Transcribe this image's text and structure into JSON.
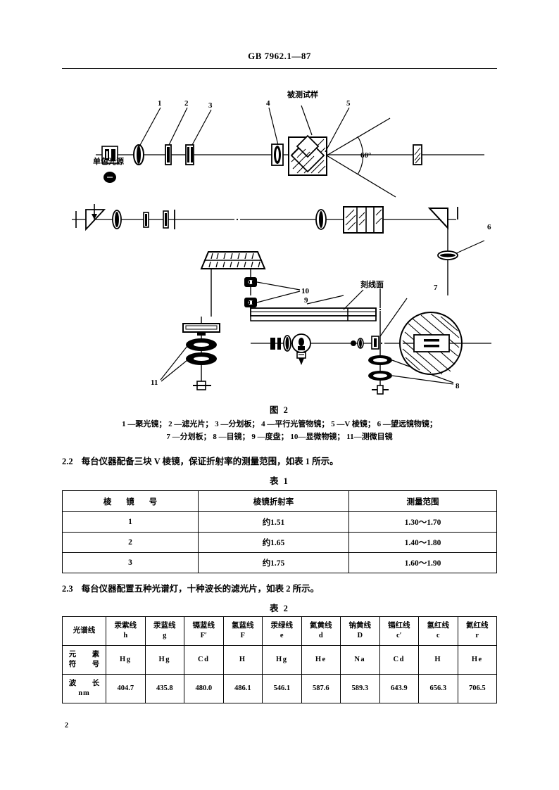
{
  "header": {
    "standard_number": "GB 7962.1—87"
  },
  "figure": {
    "caption": "图 2",
    "legend_line1": "1 —聚光镜； 2 —滤光片； 3 —分划板； 4 —平行光管物镜； 5 —V 棱镜； 6 —望远镜物镜；",
    "legend_line2": "7 —分划板； 8 —目镜； 9 —度盘； 10—显微物镜； 11—测微目镜",
    "labels": {
      "light_source": "单色光源",
      "test_sample": "被测试样",
      "angle": "60°",
      "scribed_surface": "刻线面",
      "callout_1": "1",
      "callout_2": "2",
      "callout_3": "3",
      "callout_4": "4",
      "callout_5": "5",
      "callout_6": "6",
      "callout_7": "7",
      "callout_8": "8",
      "callout_9": "9",
      "callout_10": "10",
      "callout_11": "11"
    }
  },
  "clauses": {
    "c22": {
      "number": "2.2",
      "text": "每台仪器配备三块 V 棱镜，保证折射率的测量范围，如表 1 所示。"
    },
    "c23": {
      "number": "2.3",
      "text": "每台仪器配置五种光谱灯，十种波长的滤光片，如表 2 所示。"
    }
  },
  "table1": {
    "title": "表 1",
    "headers": [
      "棱 镜 号",
      "棱镜折射率",
      "测量范围"
    ],
    "rows": [
      [
        "1",
        "约1.51",
        "1.30～1.70"
      ],
      [
        "2",
        "约1.65",
        "1.40～1.80"
      ],
      [
        "3",
        "约1.75",
        "1.60～1.90"
      ]
    ]
  },
  "table2": {
    "title": "表 2",
    "row_labels": {
      "spectral_line": "光谱线",
      "element_symbol_l1": "元　素",
      "element_symbol_l2": "符　号",
      "wavelength_l1": "波　长",
      "wavelength_l2": "nm"
    },
    "columns": [
      {
        "name_cn": "汞紫线",
        "symbol_line": "h",
        "element": "Hg",
        "wavelength": "404.7"
      },
      {
        "name_cn": "汞蓝线",
        "symbol_line": "g",
        "element": "Hg",
        "wavelength": "435.8"
      },
      {
        "name_cn": "镉蓝线",
        "symbol_line": "F′",
        "element": "Cd",
        "wavelength": "480.0"
      },
      {
        "name_cn": "氢蓝线",
        "symbol_line": "F",
        "element": "H",
        "wavelength": "486.1"
      },
      {
        "name_cn": "汞绿线",
        "symbol_line": "e",
        "element": "Hg",
        "wavelength": "546.1"
      },
      {
        "name_cn": "氦黄线",
        "symbol_line": "d",
        "element": "He",
        "wavelength": "587.6"
      },
      {
        "name_cn": "钠黄线",
        "symbol_line": "D",
        "element": "Na",
        "wavelength": "589.3"
      },
      {
        "name_cn": "镉红线",
        "symbol_line": "c′",
        "element": "Cd",
        "wavelength": "643.9"
      },
      {
        "name_cn": "氢红线",
        "symbol_line": "c",
        "element": "H",
        "wavelength": "656.3"
      },
      {
        "name_cn": "氦红线",
        "symbol_line": "r",
        "element": "He",
        "wavelength": "706.5"
      }
    ]
  },
  "footer": {
    "page_number": "2"
  }
}
